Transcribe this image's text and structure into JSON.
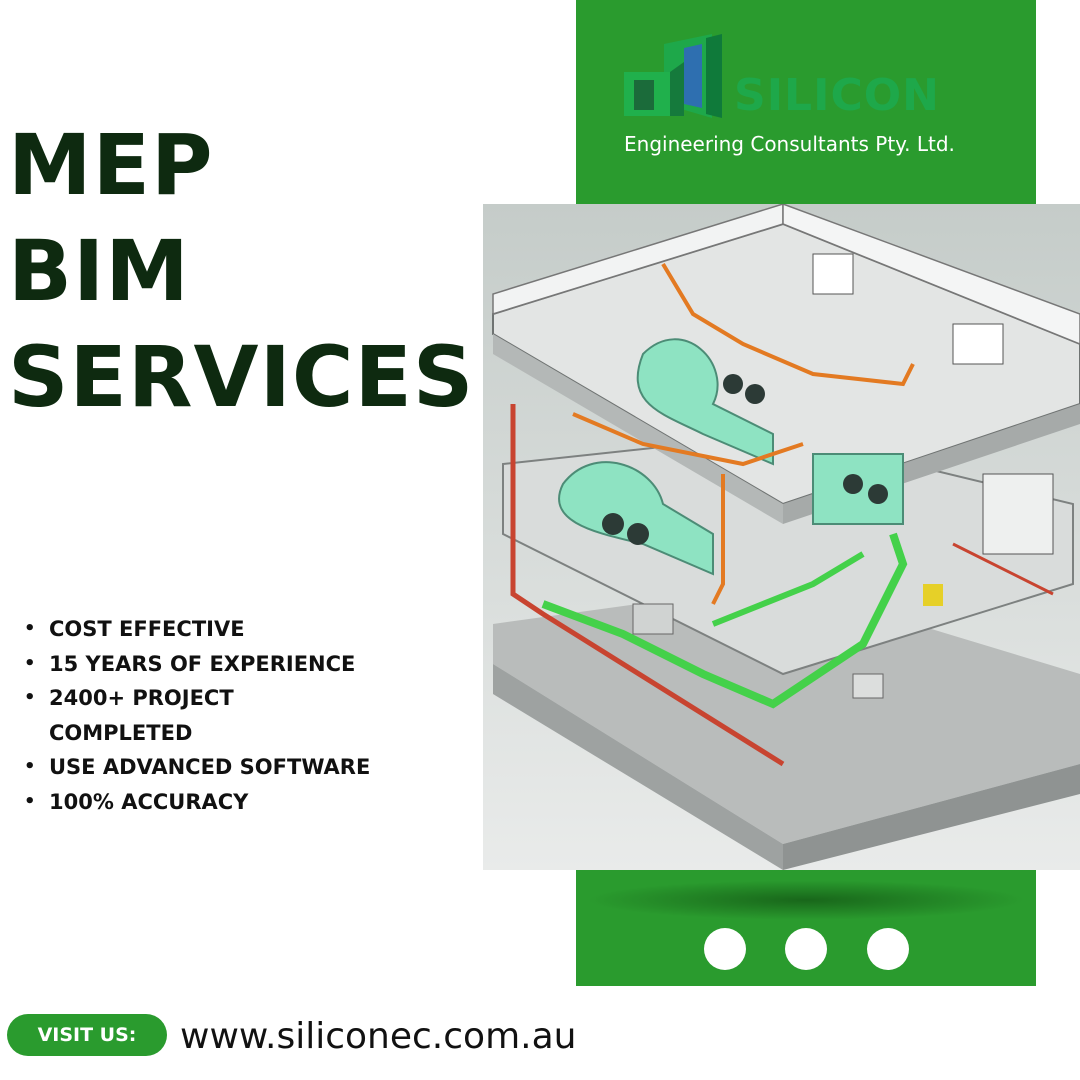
{
  "heading": {
    "line1": "MEP",
    "line2": "BIM",
    "line3": "SERVICES"
  },
  "logo": {
    "icon": "silicon-logo-mark-icon",
    "wordmark": "SILICON",
    "subtitle": "Engineering Consultants Pty. Ltd.",
    "wordmark_color": "#1ea84a"
  },
  "image": {
    "icon": "mep-bim-building-illustration"
  },
  "features": [
    "COST EFFECTIVE",
    "15 YEARS OF EXPERIENCE",
    "2400+ PROJECT COMPLETED",
    "USE ADVANCED SOFTWARE",
    "100% ACCURACY"
  ],
  "bullet": "•",
  "footer": {
    "visit_label": "VISIT US:",
    "website": "www.siliconec.com.au"
  },
  "colors": {
    "brand_green": "#2a9b2e",
    "heading": "#0e2a10",
    "text": "#111111"
  }
}
